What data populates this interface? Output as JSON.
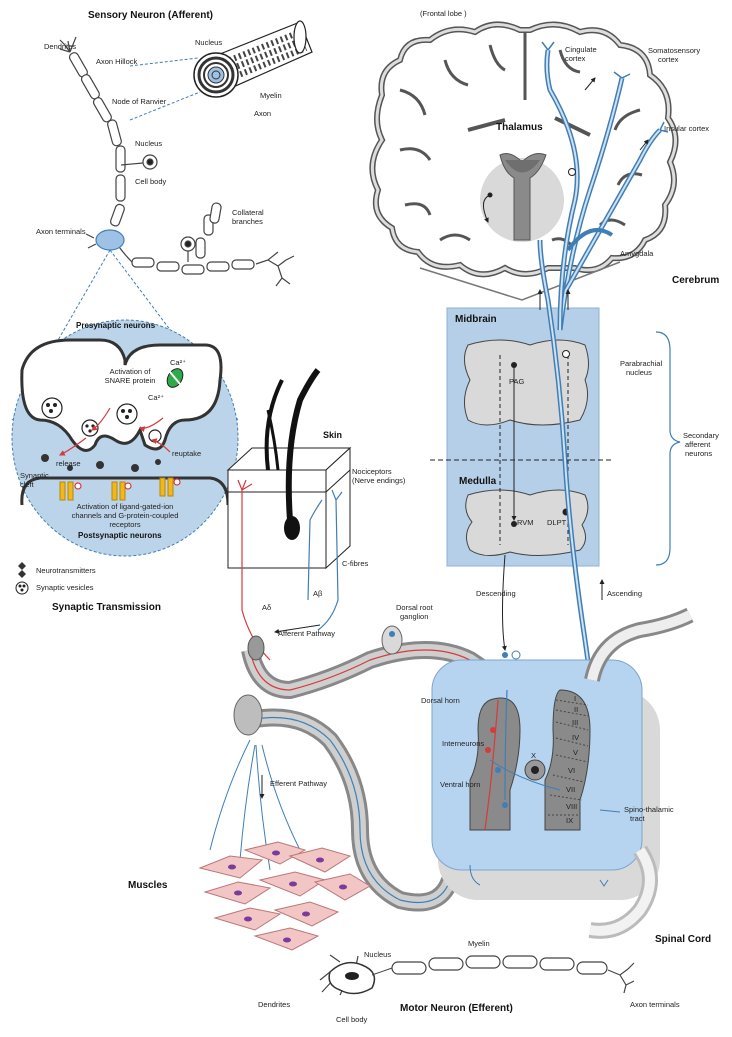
{
  "sensory_neuron": {
    "title": "Sensory Neuron (Afferent)",
    "dendrites": "Dendrites",
    "axon_hillock": "Axon Hillock",
    "nucleus_top": "Nucleus",
    "myelin": "Myelin",
    "axon": "Axon",
    "node_of_ranvier": "Node of Ranvier",
    "nucleus": "Nucleus",
    "cell_body": "Cell body",
    "axon_terminals": "Axon terminals",
    "collateral": "Collateral",
    "branches": "branches"
  },
  "synapse": {
    "presynaptic": "Presynaptic neurons",
    "activation_line1": "Activation of",
    "activation_line2": "SNARE protein",
    "ca_top": "Ca²⁺",
    "ca_side": "Ca²⁺",
    "release": "release",
    "reuptake": "reuptake",
    "synaptic": "Synaptic",
    "cleft": "cleft",
    "channels_line1": "Activation of ligand-gated-ion",
    "channels_line2": "channels and G-protein-coupled",
    "channels_line3": "receptors",
    "postsynaptic": "Postsynaptic neurons",
    "legend_neurotransmitters": "Neurotransmitters",
    "legend_vesicles": "Synaptic vesicles",
    "title": "Synaptic Transmission"
  },
  "brain": {
    "frontal_lobe": "(Frontal lobe )",
    "thalamus": "Thalamus",
    "cingulate_1": "Cingulate",
    "cingulate_2": "cortex",
    "somatosensory_1": "Somatosensory",
    "somatosensory_2": "cortex",
    "insular": "Insular cortex",
    "amygdala": "Amygdala",
    "cerebrum": "Cerebrum"
  },
  "brainstem": {
    "midbrain": "Midbrain",
    "pag": "PAG",
    "parabrachial_1": "Parabrachial",
    "parabrachial_2": "nucleus",
    "secondary_1": "Secondary",
    "secondary_2": "afferent",
    "secondary_3": "neurons",
    "medulla": "Medulla",
    "rvm": "RVM",
    "dlpt": "DLPT"
  },
  "skin": {
    "skin": "Skin",
    "nociceptors_1": "Nociceptors",
    "nociceptors_2": "(Nerve endings)",
    "c_fibres": "C-fibres",
    "a_beta": "Aβ",
    "a_delta": "Aδ",
    "afferent_pathway": "Afferent Pathway"
  },
  "spinal": {
    "descending": "Descending",
    "ascending": "Ascending",
    "dorsal_root_1": "Dorsal root",
    "dorsal_root_2": "ganglion",
    "dorsal_horn": "Dorsal horn",
    "interneurons": "Interneurons",
    "ventral_horn": "Ventral horn",
    "x": "X",
    "laminae": [
      "I",
      "II",
      "III",
      "IV",
      "V",
      "VI",
      "VII",
      "VIII",
      "IX"
    ],
    "spino_1": "Spino-thalamic",
    "spino_2": "tract",
    "efferent_pathway": "Efferent Pathway",
    "muscles": "Muscles",
    "spinal_cord": "Spinal Cord"
  },
  "motor_neuron": {
    "myelin": "Myelin",
    "nucleus": "Nucleus",
    "dendrites": "Dendrites",
    "cell_body": "Cell body",
    "title": "Motor Neuron (Efferent)",
    "axon_terminals": "Axon terminals"
  },
  "colors": {
    "background_panel": "#b6cfe8",
    "nerve_blue": "#3f7fb5",
    "nerve_red": "#d63a3a",
    "grey_tissue": "#d9d9d9",
    "dark_outline": "#333333",
    "muscle_pink": "#f3c6c6"
  }
}
